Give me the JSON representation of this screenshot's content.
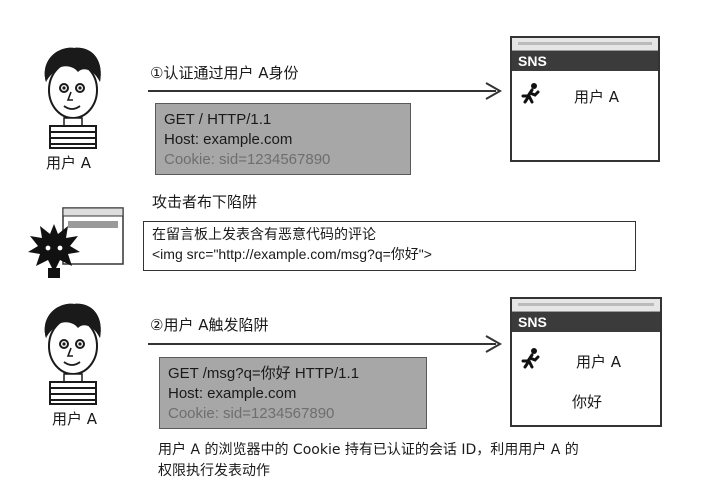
{
  "step1": {
    "label": "①认证通过用户 A身份",
    "user_label": "用户 A",
    "request_lines": [
      "GET / HTTP/1.1",
      "Host: example.com",
      "Cookie: sid=1234567890"
    ],
    "browser": {
      "title": "SNS",
      "user": "用户 A"
    }
  },
  "attack": {
    "label": "攻击者布下陷阱",
    "code_lines": [
      "在留言板上发表含有恶意代码的评论",
      "<img src=\"http://example.com/msg?q=你好\">"
    ]
  },
  "step2": {
    "label": "②用户 A触发陷阱",
    "user_label": "用户 A",
    "request_lines": [
      "GET /msg?q=你好 HTTP/1.1",
      "Host: example.com",
      "Cookie: sid=1234567890"
    ],
    "browser": {
      "title": "SNS",
      "user": "用户 A",
      "message": "你好"
    }
  },
  "caption": {
    "lines": [
      "用户 A 的浏览器中的 Cookie 持有已认证的会话 ID，利用用户 A 的",
      "权限执行发表动作"
    ]
  }
}
